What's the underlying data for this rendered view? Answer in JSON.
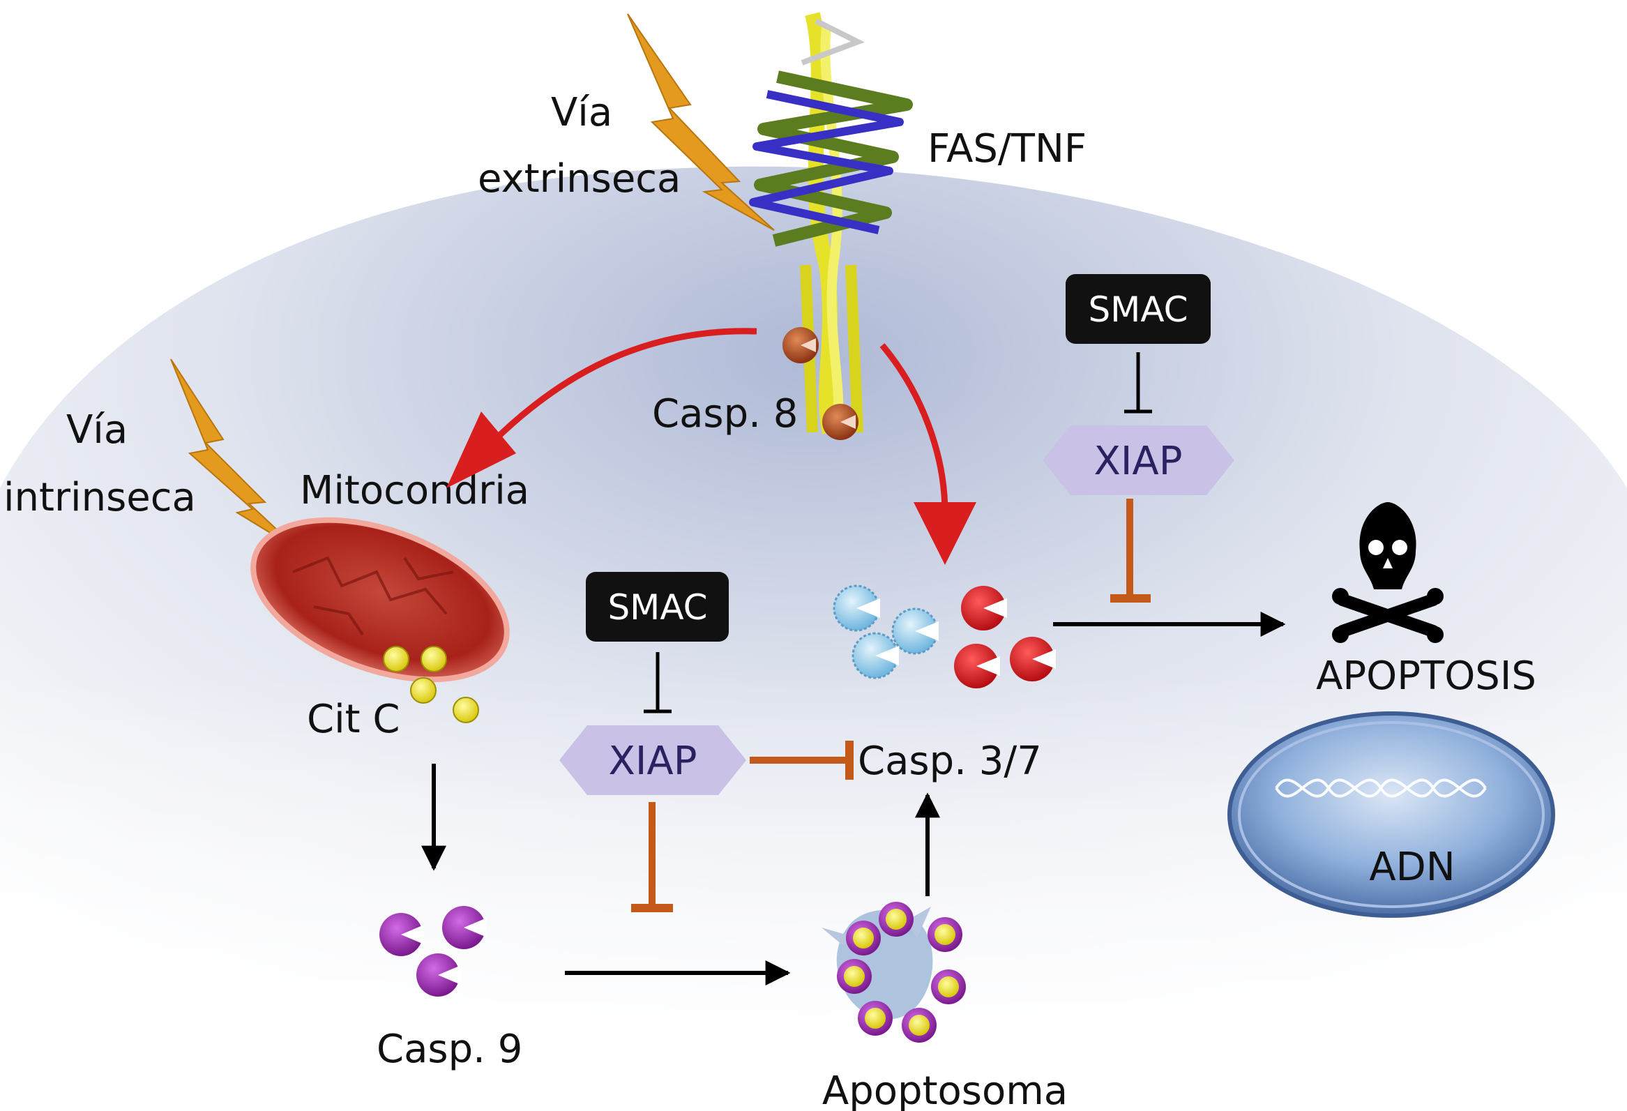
{
  "labels": {
    "via_extrinseca_1": "Vía",
    "via_extrinseca_2": "extrinseca",
    "fas_tnf": "FAS/TNF",
    "casp8": "Casp. 8",
    "via_intrinseca_1": "Vía",
    "via_intrinseca_2": "intrinseca",
    "mitocondria": "Mitocondria",
    "cit_c": "Cit C",
    "smac_center": "SMAC",
    "xiap_center": "XIAP",
    "smac_right": "SMAC",
    "xiap_right": "XIAP",
    "casp37": "Casp. 3/7",
    "casp9": "Casp. 9",
    "apoptosoma": "Apoptosoma",
    "apoptosis": "APOPTOSIS",
    "adn": "ADN"
  },
  "colors": {
    "activation_arrow": "#d81e1e",
    "inhibition": "#c45a1a",
    "flow_arrow": "#000000",
    "lightning": "#e39a1f",
    "xiap_fill": "#c9c1e6",
    "smac_fill": "#111111",
    "mitochondria": "#b82c22",
    "caspase_red": "#d4141b",
    "caspase_blue": "#8fc8e6",
    "caspase_purple": "#9c2bb0",
    "caspase8_brown": "#a8461d",
    "cyt_c_yellow": "#f2e81a",
    "nucleus": "#7ea1cf"
  },
  "icons": {
    "death": "skull-crossbones-icon",
    "extrinsic_signal": "lightning-bolt-icon",
    "intrinsic_signal": "lightning-bolt-icon",
    "receptor": "fas-tnf-receptor-icon",
    "dna": "dna-helix-icon"
  }
}
